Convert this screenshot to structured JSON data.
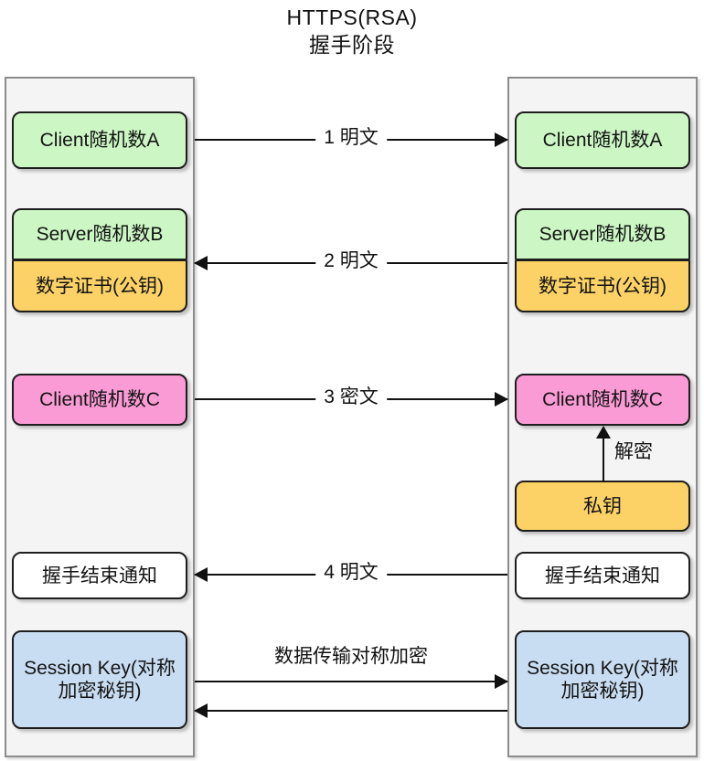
{
  "title": {
    "line1": "HTTPS(RSA)",
    "line2": "握手阶段"
  },
  "colors": {
    "green": "#ccf7c4",
    "yellow": "#fcd266",
    "pink": "#fa9bd6",
    "white": "#ffffff",
    "blue": "#c9ddf2",
    "panel_background": "#f4f4f4",
    "panel_border": "#8c8c8c",
    "node_border": "#1d1d1d",
    "arrow": "#111111"
  },
  "client_panel": {
    "nodes": [
      {
        "label": "Client随机数A",
        "color": "green"
      },
      {
        "label": "Server随机数B",
        "color": "green"
      },
      {
        "label": "数字证书(公钥)",
        "color": "yellow"
      },
      {
        "label": "Client随机数C",
        "color": "pink"
      },
      {
        "label": "握手结束通知",
        "color": "white"
      },
      {
        "label": "Session Key(对称加密秘钥)",
        "color": "blue"
      }
    ]
  },
  "server_panel": {
    "nodes": [
      {
        "label": "Client随机数A",
        "color": "green"
      },
      {
        "label": "Server随机数B",
        "color": "green"
      },
      {
        "label": "数字证书(公钥)",
        "color": "yellow"
      },
      {
        "label": "Client随机数C",
        "color": "pink"
      },
      {
        "label": "私钥",
        "color": "yellow"
      },
      {
        "label": "握手结束通知",
        "color": "white"
      },
      {
        "label": "Session Key(对称加密秘钥)",
        "color": "blue"
      }
    ]
  },
  "messages": [
    {
      "step": "1",
      "label": "1 明文",
      "direction": "client-to-server"
    },
    {
      "step": "2",
      "label": "2 明文",
      "direction": "server-to-client"
    },
    {
      "step": "3",
      "label": "3 密文",
      "direction": "client-to-server"
    },
    {
      "step": "4",
      "label": "4 明文",
      "direction": "server-to-client"
    }
  ],
  "data_transfer": {
    "label": "数据传输对称加密"
  },
  "decrypt": {
    "label": "解密"
  }
}
